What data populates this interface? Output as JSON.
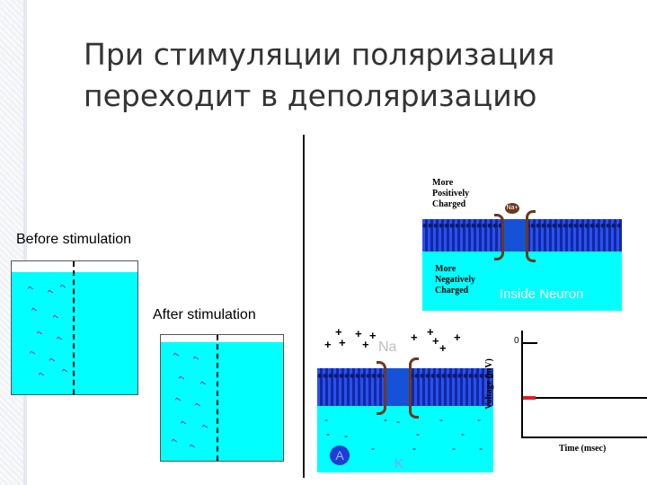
{
  "slide": {
    "title_line1": "При стимуляции поляризация",
    "title_line2": "переходит в деполяризацию"
  },
  "labels": {
    "before": "Before stimulation",
    "after": "After stimulation"
  },
  "top_panel": {
    "outside_text": [
      "More",
      "Positively",
      "Charged"
    ],
    "inside_text": [
      "More",
      "Negatively",
      "Charged"
    ],
    "inside_neuron": "Inside Neuron",
    "ion": "Na+"
  },
  "bottom_panel": {
    "na_label": "Na",
    "anion_label": "A",
    "k_label": "K",
    "plus_sign": "+",
    "minus_sign": "-"
  },
  "graph": {
    "ylabel": "Voltage (mV)",
    "xlabel": "Time (msec)",
    "zero_tick": "0"
  },
  "colors": {
    "water": "#00ffff",
    "membrane": "#1e3dd4",
    "molecule": "#c0157a",
    "bracket": "#6b3a1f",
    "graph_marker": "#e02020"
  }
}
